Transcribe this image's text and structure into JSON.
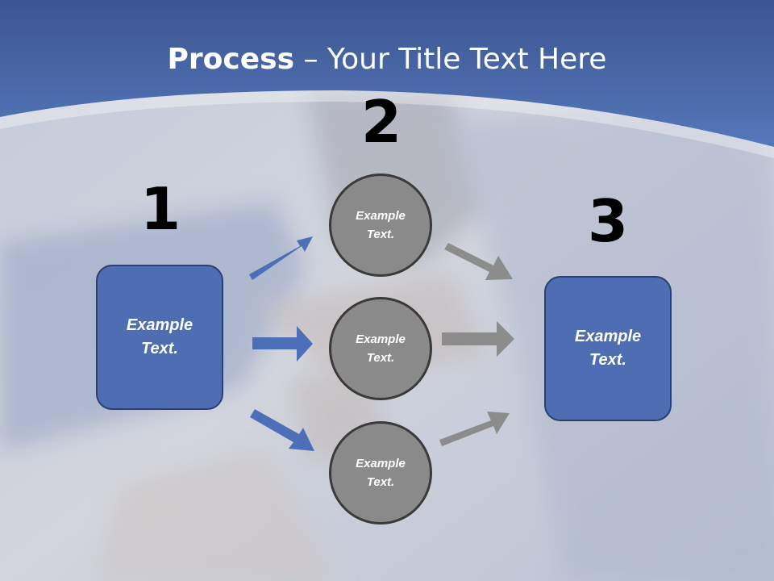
{
  "title": {
    "bold": "Process",
    "rest": " – Your Title Text Here"
  },
  "steps": [
    {
      "number": "1",
      "text": "Example Text."
    },
    {
      "number": "2",
      "circles": [
        "Example Text.",
        "Example Text.",
        "Example Text."
      ]
    },
    {
      "number": "3",
      "text": "Example Text."
    }
  ],
  "colors": {
    "header": "#4d6db2",
    "box": "#4e6db3",
    "circle": "#8a8a8a",
    "blue_arrow": "#4d6fb8",
    "gray_arrow": "#8c8c8c"
  }
}
